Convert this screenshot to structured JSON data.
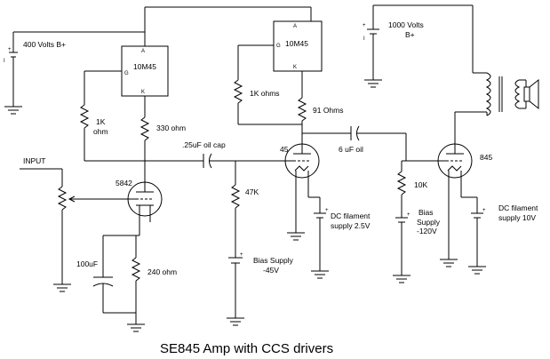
{
  "title": "SE845 Amp with CCS drivers",
  "labels": {
    "input": "INPUT",
    "b400": "400 Volts B+",
    "b1000_line1": "1000 Volts",
    "b1000_line2": "B+",
    "ccs1": "10M45",
    "ccs2": "10M45",
    "pin_a": "A",
    "pin_g": "G",
    "pin_k": "K",
    "r1k_a_line1": "1K",
    "r1k_a_line2": "ohm",
    "r330": "330 ohm",
    "r1k_b": "1K ohms",
    "r91": "91 Ohms",
    "cap_025": ".25uF oil cap",
    "cap_6": "6 uF oil",
    "tube_5842": "5842",
    "tube_45": "45",
    "tube_845": "845",
    "r47k": "47K",
    "r10k": "10K",
    "cap_100": "100uF",
    "r240": "240 ohm",
    "bias45_line1": "Bias Supply",
    "bias45_line2": "-45V",
    "bias845_line1": "Bias",
    "bias845_line2": "Supply",
    "bias845_line3": "-120V",
    "fil45_line1": "DC filament",
    "fil45_line2": "supply 2.5V",
    "fil845_line1": "DC filament",
    "fil845_line2": "supply 10V"
  }
}
